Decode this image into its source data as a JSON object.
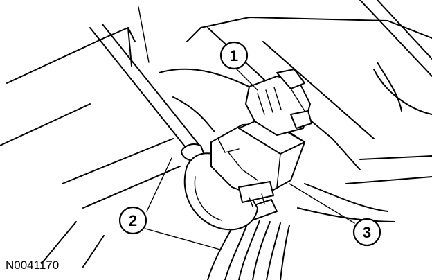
{
  "figure_id": "N0041170",
  "callouts": [
    {
      "label": "1"
    },
    {
      "label": "2"
    },
    {
      "label": "3"
    }
  ]
}
